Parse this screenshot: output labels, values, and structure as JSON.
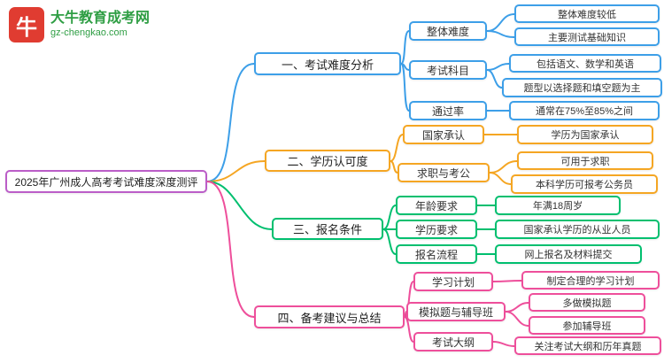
{
  "logo": {
    "icon_glyph": "牛",
    "title": "大牛教育成考网",
    "subtitle": "gz-chengkao.com"
  },
  "colors": {
    "root_border": "#bb5dc8",
    "branch1": "#3d9fe8",
    "branch2": "#f5a623",
    "branch3": "#00bf6f",
    "branch4": "#ee4f9b",
    "logo_green": "#2f9e44",
    "logo_red": "#e03c31"
  },
  "root": {
    "label": "2025年广州成人高考考试难度深度测评"
  },
  "branches": [
    {
      "label": "一、考试难度分析",
      "color": "#3d9fe8",
      "children": [
        {
          "label": "整体难度",
          "children": [
            {
              "label": "整体难度较低"
            },
            {
              "label": "主要测试基础知识"
            }
          ]
        },
        {
          "label": "考试科目",
          "children": [
            {
              "label": "包括语文、数学和英语"
            },
            {
              "label": "题型以选择题和填空题为主"
            }
          ]
        },
        {
          "label": "通过率",
          "children": [
            {
              "label": "通常在75%至85%之间"
            }
          ]
        }
      ]
    },
    {
      "label": "二、学历认可度",
      "color": "#f5a623",
      "children": [
        {
          "label": "国家承认",
          "children": [
            {
              "label": "学历为国家承认"
            }
          ]
        },
        {
          "label": "求职与考公",
          "children": [
            {
              "label": "可用于求职"
            },
            {
              "label": "本科学历可报考公务员"
            }
          ]
        }
      ]
    },
    {
      "label": "三、报名条件",
      "color": "#00bf6f",
      "children": [
        {
          "label": "年龄要求",
          "children": [
            {
              "label": "年满18周岁"
            }
          ]
        },
        {
          "label": "学历要求",
          "children": [
            {
              "label": "国家承认学历的从业人员"
            }
          ]
        },
        {
          "label": "报名流程",
          "children": [
            {
              "label": "网上报名及材料提交"
            }
          ]
        }
      ]
    },
    {
      "label": "四、备考建议与总结",
      "color": "#ee4f9b",
      "children": [
        {
          "label": "学习计划",
          "children": [
            {
              "label": "制定合理的学习计划"
            }
          ]
        },
        {
          "label": "模拟题与辅导班",
          "children": [
            {
              "label": "多做模拟题"
            },
            {
              "label": "参加辅导班"
            }
          ]
        },
        {
          "label": "考试大纲",
          "children": [
            {
              "label": "关注考试大纲和历年真题"
            }
          ]
        }
      ]
    }
  ]
}
